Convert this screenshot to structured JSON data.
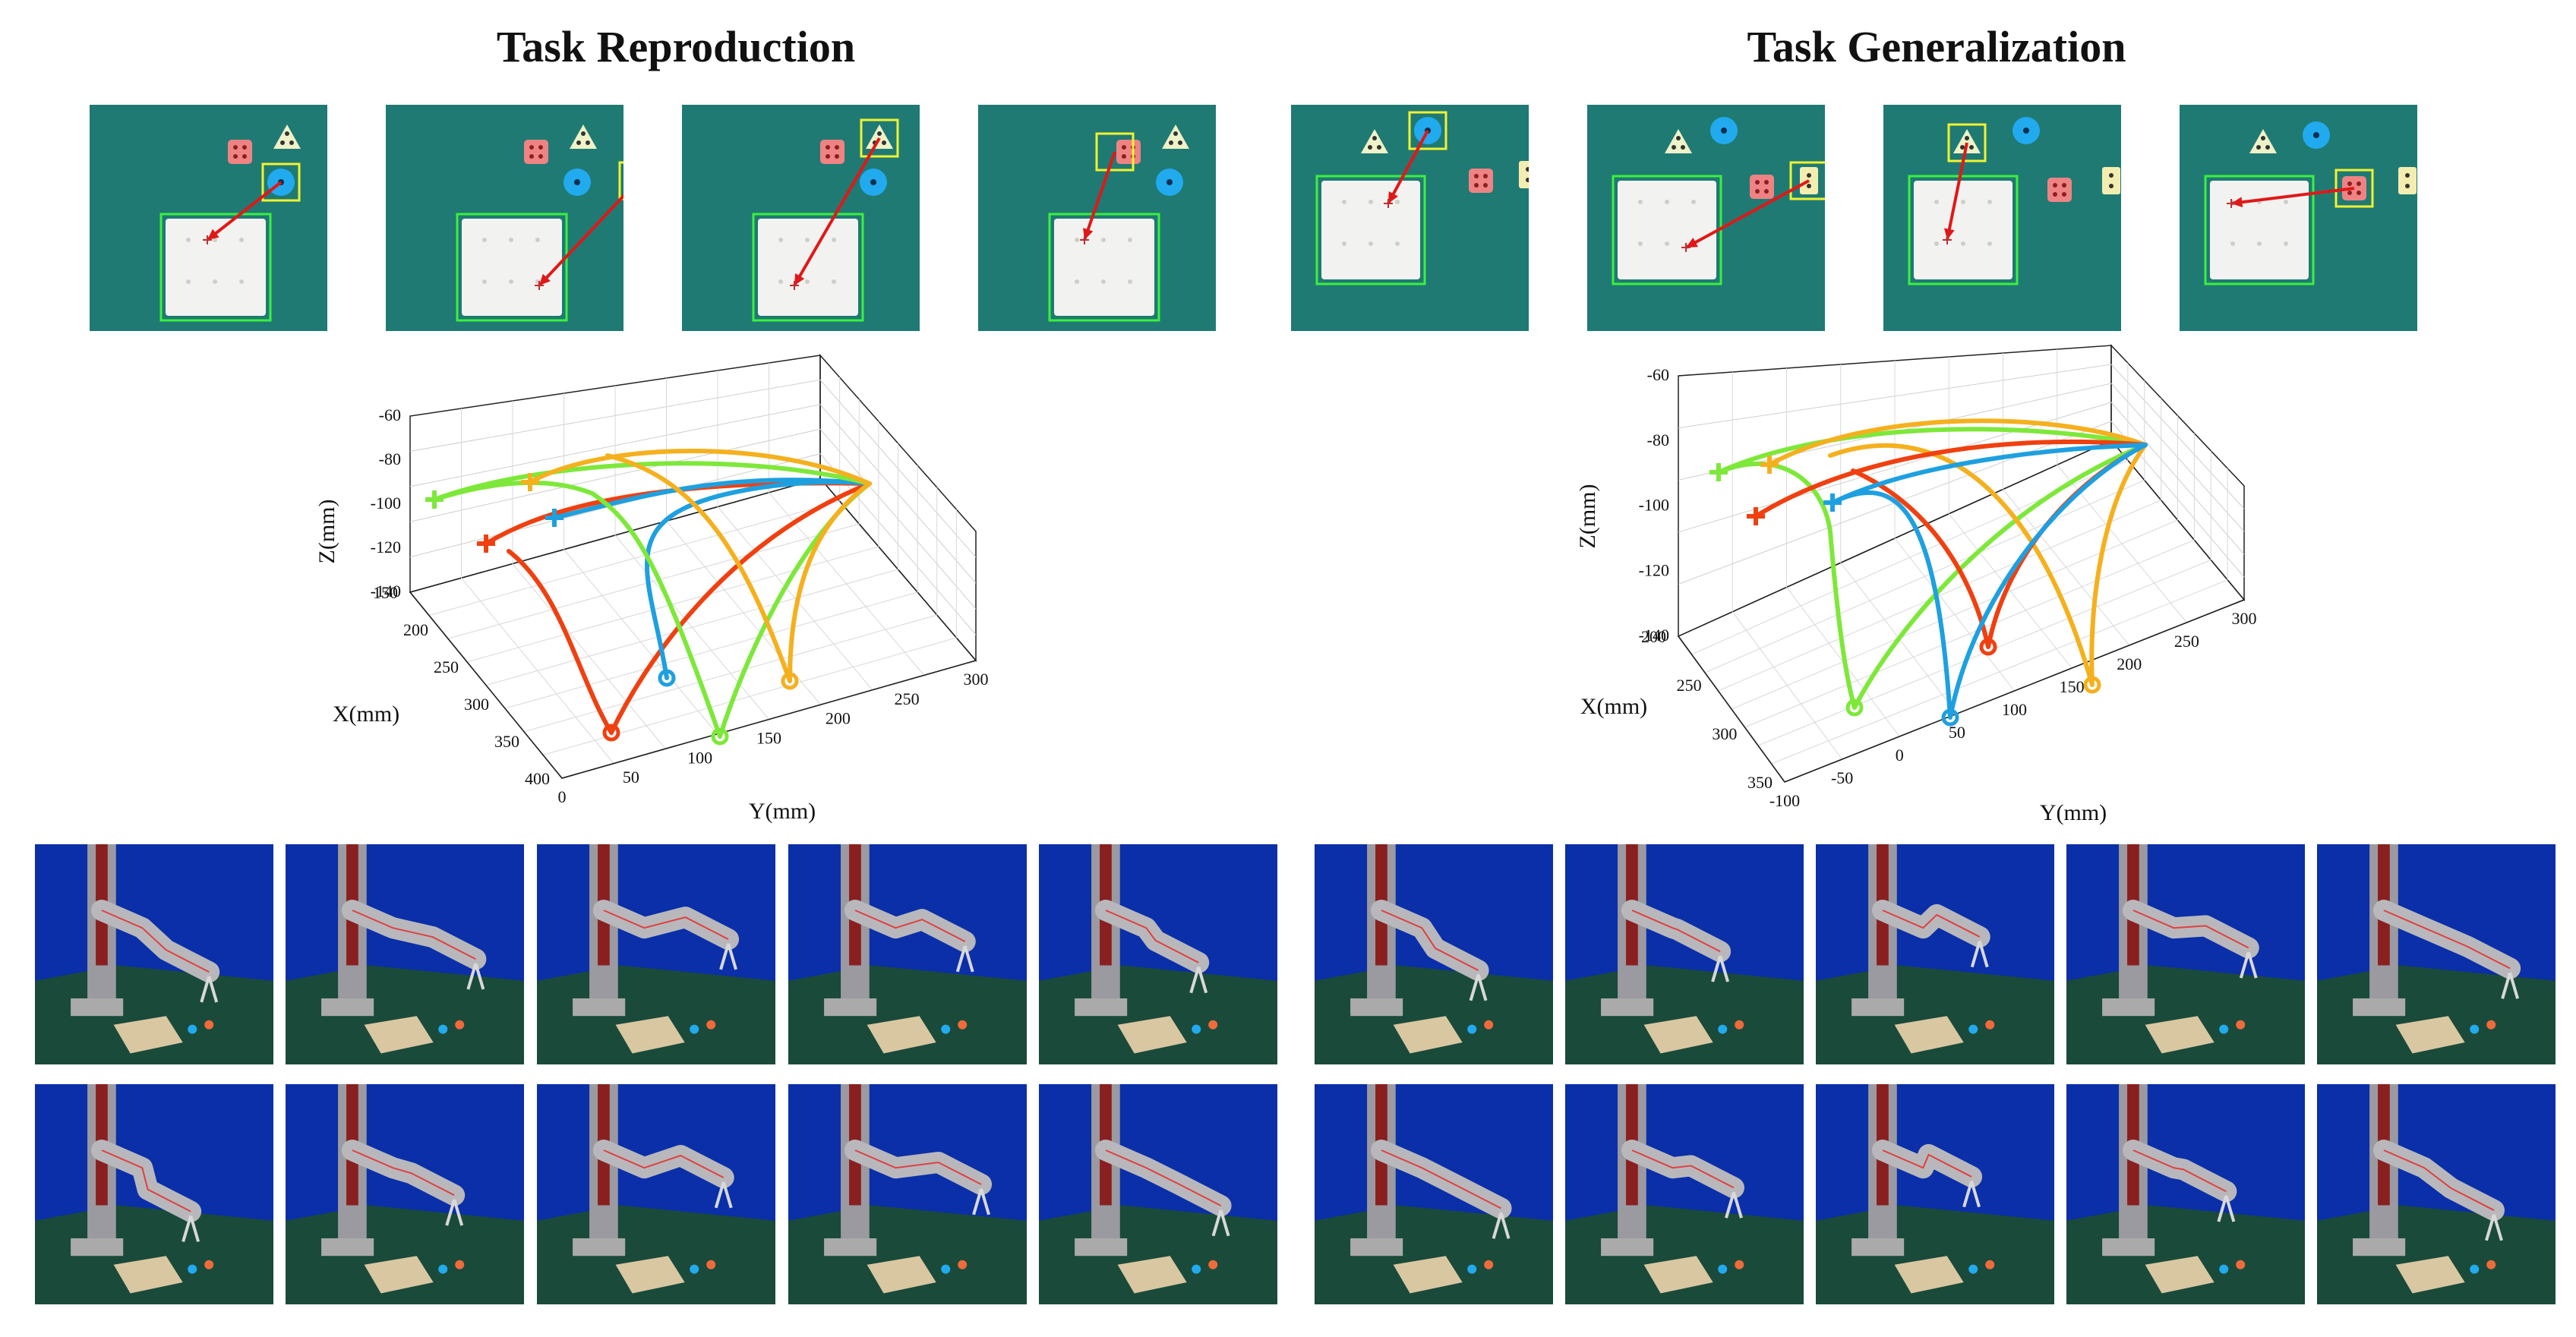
{
  "titles": {
    "left": "Task Reproduction",
    "right": "Task Generalization"
  },
  "colors": {
    "table": "#1f7a73",
    "board": "#f2f2f0",
    "box_green": "#3cf03c",
    "box_yellow": "#f2f230",
    "arrow_red": "#e01818",
    "series_red": "#f04010",
    "series_blue": "#1ea0e0",
    "series_green": "#7ee83a",
    "series_orange": "#f5b01e",
    "backdrop_blue": "#0a2fa8",
    "floor_green": "#1a4a3a"
  },
  "plots": {
    "left": {
      "zlabel": "Z(mm)",
      "xlabel": "X(mm)",
      "ylabel": "Y(mm)",
      "zticks": [
        "-60",
        "-80",
        "-100",
        "-120",
        "-140"
      ],
      "xticks": [
        "150",
        "200",
        "250",
        "300",
        "350",
        "400"
      ],
      "yticks": [
        "0",
        "50",
        "100",
        "150",
        "200",
        "250",
        "300"
      ]
    },
    "right": {
      "zlabel": "Z(mm)",
      "xlabel": "X(mm)",
      "ylabel": "Y(mm)",
      "zticks": [
        "-60",
        "-80",
        "-100",
        "-120",
        "-140"
      ],
      "xticks": [
        "200",
        "250",
        "300",
        "350"
      ],
      "yticks": [
        "-100",
        "-50",
        "0",
        "50",
        "100",
        "150",
        "200",
        "250",
        "300"
      ]
    }
  },
  "chart_data": [
    {
      "type": "line",
      "series": [
        {
          "color": "red"
        },
        {
          "color": "blue"
        },
        {
          "color": "green"
        },
        {
          "color": "orange"
        }
      ],
      "zlabel": "Z(mm)",
      "xlabel": "X(mm)",
      "ylabel": "Y(mm)",
      "zlim": [
        -140,
        -60
      ],
      "xlim": [
        150,
        400
      ],
      "ylim": [
        0,
        300
      ]
    },
    {
      "type": "line",
      "series": [
        {
          "color": "green"
        },
        {
          "color": "orange"
        },
        {
          "color": "red"
        },
        {
          "color": "blue"
        }
      ],
      "zlabel": "Z(mm)",
      "xlabel": "X(mm)",
      "ylabel": "Y(mm)",
      "zlim": [
        -140,
        -60
      ],
      "xlim": [
        200,
        350
      ],
      "ylim": [
        -100,
        300
      ]
    }
  ]
}
